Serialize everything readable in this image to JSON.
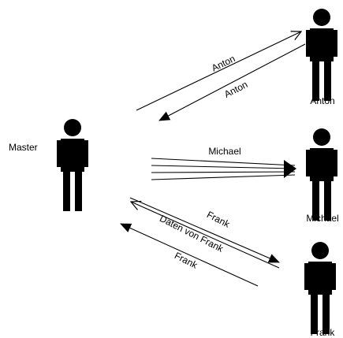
{
  "colors": {
    "figure": "#000000",
    "line": "#000000",
    "background": "#ffffff"
  },
  "people": {
    "master": {
      "label": "Master",
      "icon": "person-icon"
    },
    "anton": {
      "label": "Anton",
      "icon": "person-icon"
    },
    "michael": {
      "label": "Michael",
      "icon": "person-icon"
    },
    "frank": {
      "label": "Frank",
      "icon": "person-icon"
    }
  },
  "arrows": {
    "anton_out": "Anton",
    "anton_back": "Anton",
    "michael_out": "Michael",
    "frank_out": "Frank",
    "frank_data": "Daten von  Frank",
    "frank_back": "Frank"
  }
}
